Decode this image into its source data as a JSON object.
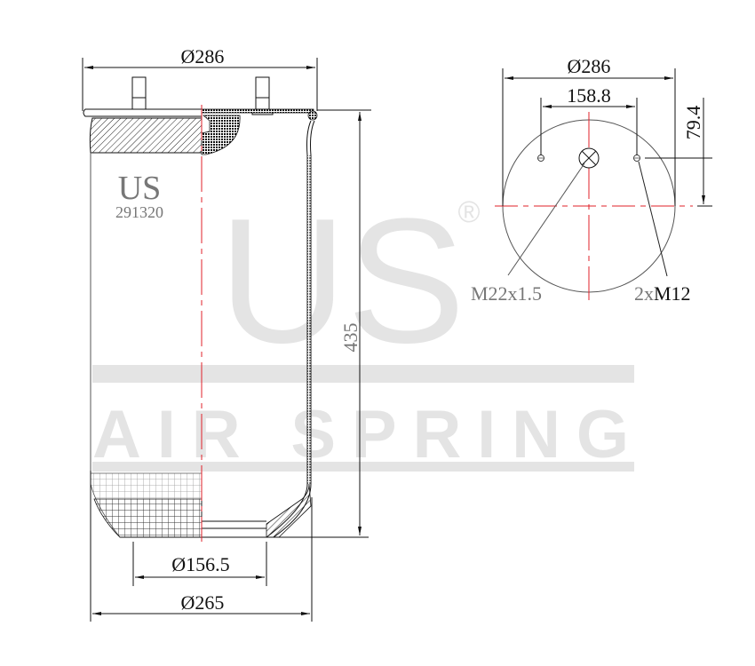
{
  "watermark": {
    "brand_large": "US",
    "registered_mark": "®",
    "brand_sub": "AIR SPRING",
    "color": "#e4e4e4"
  },
  "side_view": {
    "brand_label": "US",
    "part_number": "291320",
    "dimensions": {
      "top_diameter": "Ø286",
      "height": "435",
      "piston_inner_diameter": "Ø156.5",
      "bottom_diameter": "Ø265"
    }
  },
  "top_view": {
    "dimensions": {
      "plate_diameter": "Ø286",
      "stud_spacing": "158.8",
      "stud_offset": "79.4"
    },
    "callouts": {
      "center_fitting": "M22x1.5",
      "studs_prefix": "2x",
      "studs": "M12"
    }
  },
  "colors": {
    "line": "#111111",
    "centerline": "#e0202a",
    "text_grey": "#777777"
  }
}
